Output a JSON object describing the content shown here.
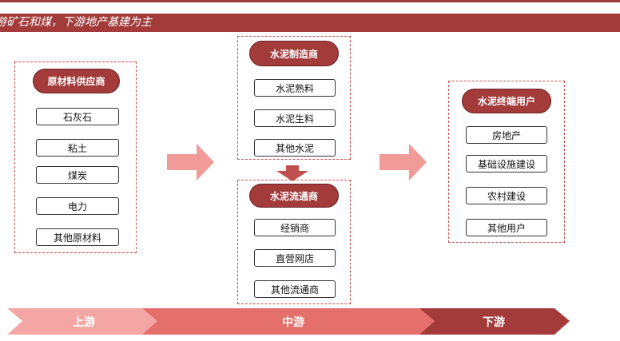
{
  "header": {
    "title": "游矿石和煤，下游地产基建为主"
  },
  "upstream": {
    "title": "原材料供应商",
    "items": [
      "石灰石",
      "粘土",
      "煤炭",
      "电力",
      "其他原材料"
    ]
  },
  "manufacturer": {
    "title": "水泥制造商",
    "items": [
      "水泥熟料",
      "水泥生料",
      "其他水泥"
    ]
  },
  "distribution": {
    "title": "水泥流通商",
    "items": [
      "经销商",
      "直营网店",
      "其他流通商"
    ]
  },
  "end_users": {
    "title": "水泥终端用户",
    "items": [
      "房地产",
      "基础设施建设",
      "农村建设",
      "其他用户"
    ]
  },
  "bands": {
    "upstream": "上游",
    "midstream": "中游",
    "downstream": "下游"
  },
  "colors": {
    "dark_red": "#a33b3b",
    "light_red": "#f4a6a4",
    "mid_red": "#e46f6b",
    "arrow_pink": "#f19b98"
  }
}
